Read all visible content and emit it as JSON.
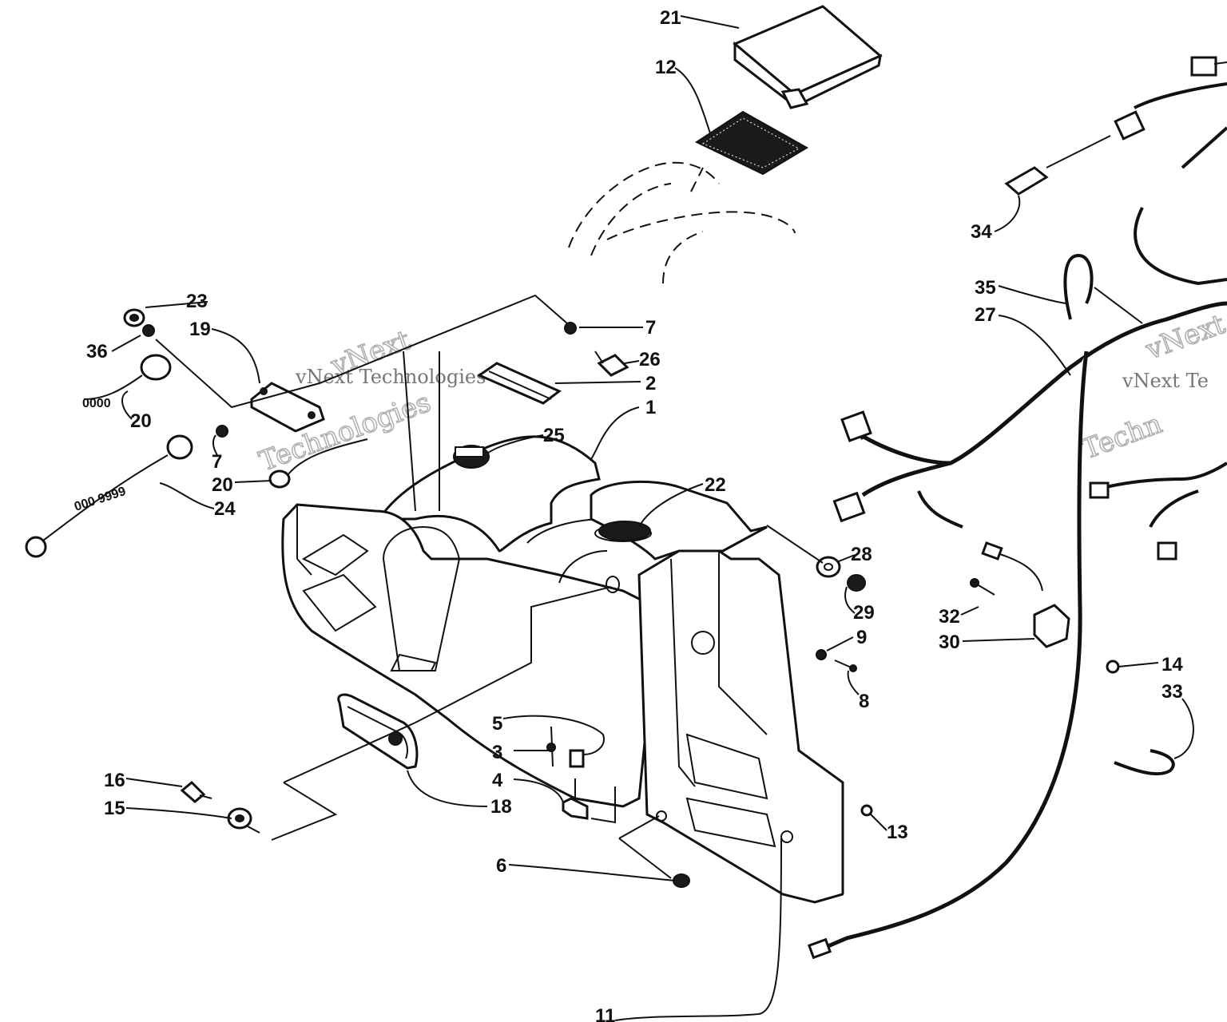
{
  "diagram": {
    "callouts": {
      "c1": "1",
      "c2": "2",
      "c3": "3",
      "c4": "4",
      "c5": "5",
      "c6": "6",
      "c7a": "7",
      "c7b": "7",
      "c8": "8",
      "c9": "9",
      "c11": "11",
      "c12": "12",
      "c13": "13",
      "c14": "14",
      "c15": "15",
      "c16": "16",
      "c18": "18",
      "c19": "19",
      "c20a": "20",
      "c20b": "20",
      "c21": "21",
      "c22": "22",
      "c23": "23",
      "c24": "24",
      "c25": "25",
      "c26": "26",
      "c27": "27",
      "c28": "28",
      "c29": "29",
      "c30": "30",
      "c32": "32",
      "c33": "33",
      "c34": "34",
      "c35": "35",
      "c36": "36"
    }
  },
  "watermarks": {
    "w1_line1": "vNext",
    "w1_line2": "vNext Technologies",
    "w1_line3": "Technologies",
    "w2_line1": "vNext",
    "w2_line2": "vNext Te",
    "w2_line3": "Techn"
  }
}
